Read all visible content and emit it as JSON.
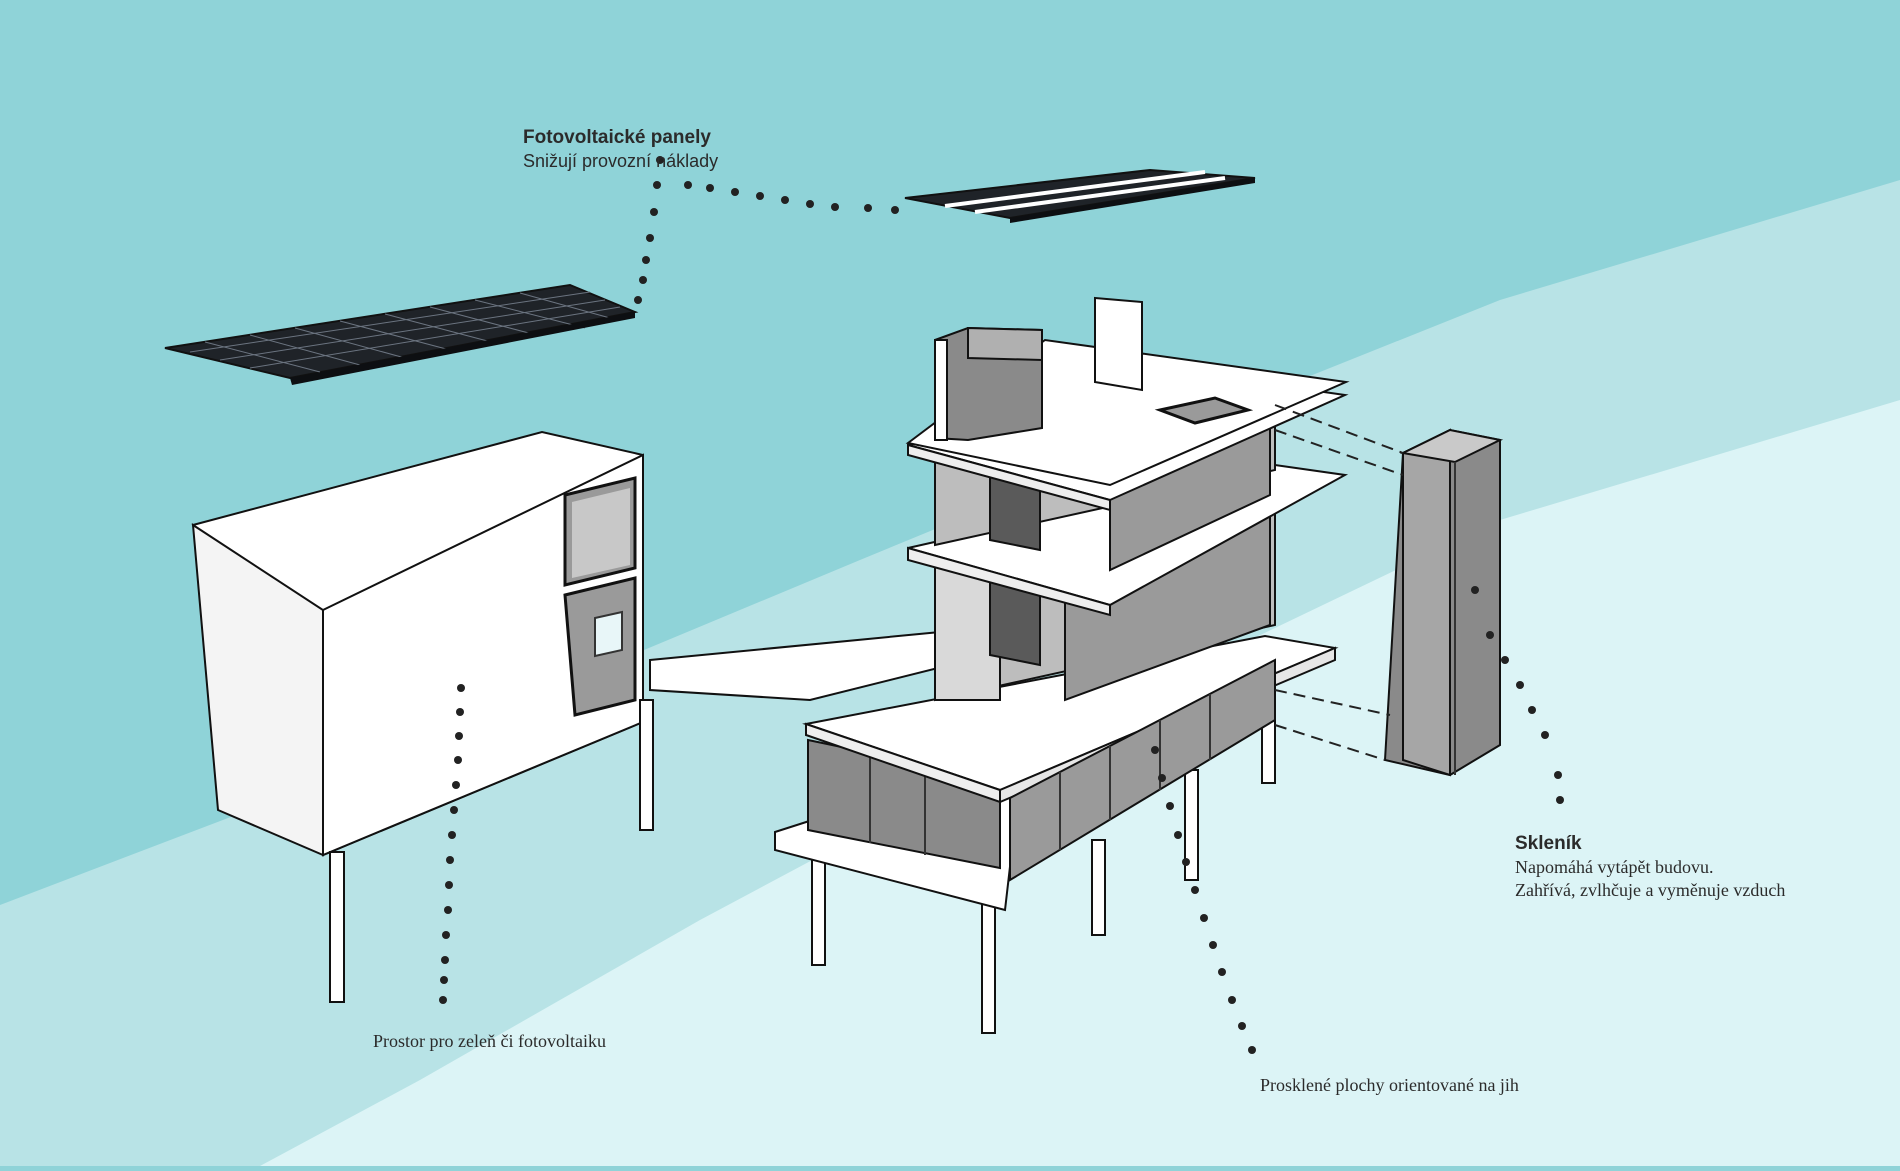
{
  "colors": {
    "sky_top": "#8fd3d8",
    "band_mid": "#b8e3e6",
    "ground": "#dcf4f6",
    "building_white": "#ffffff",
    "glass": "#8a8a8a",
    "panel": "#1f2328",
    "text": "#2b2b2b",
    "dots": "#222222"
  },
  "labels": {
    "photovoltaic": {
      "title": "Fotovoltaické panely",
      "text": "Snižují provozní náklady"
    },
    "greenhouse": {
      "title": "Skleník",
      "line1": "Napomáhá vytápět budovu.",
      "line2": "Zahřívá, zvlhčuje a vyměnuje vzduch"
    },
    "space": {
      "text": "Prostor pro zeleň či fotovoltaiku"
    },
    "glazing": {
      "text": "Prosklené plochy orientované na jih"
    }
  },
  "icons": {
    "pv_panel_left": "solar-panel-array-icon",
    "pv_panel_top": "solar-panel-strip-icon",
    "greenhouse": "glass-tower-icon",
    "building": "house-model-icon"
  }
}
